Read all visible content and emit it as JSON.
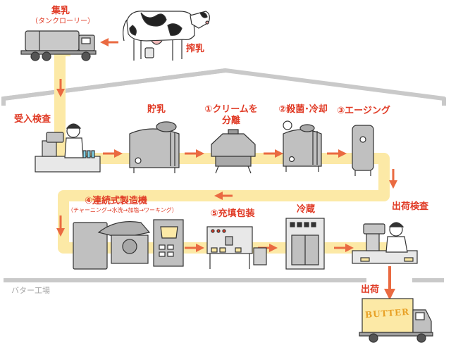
{
  "labels": {
    "collection": "集乳",
    "collection_sub": "（タンクローリー）",
    "milking": "搾乳",
    "inspection_receive": "受入検査",
    "storage": "貯乳",
    "cream_sep_1": "①クリームを",
    "cream_sep_2": "分離",
    "sterilize": "②殺菌･冷却",
    "aging": "③エージング",
    "continuous": "④連続式製造機",
    "continuous_sub": "（チャーニング→水洗→加塩→ワーキング）",
    "filling": "⑤充填包装",
    "cold": "冷蔵",
    "ship_inspect": "出荷検査",
    "ship": "出荷",
    "factory": "バター工場",
    "truck_text": "BUTTER"
  },
  "colors": {
    "flow": "#fce9a6",
    "arrow": "#ea6a41",
    "label": "#e03a25",
    "machine": "#b8b8b8",
    "outline": "#333333",
    "factory": "#c9c9c9"
  }
}
